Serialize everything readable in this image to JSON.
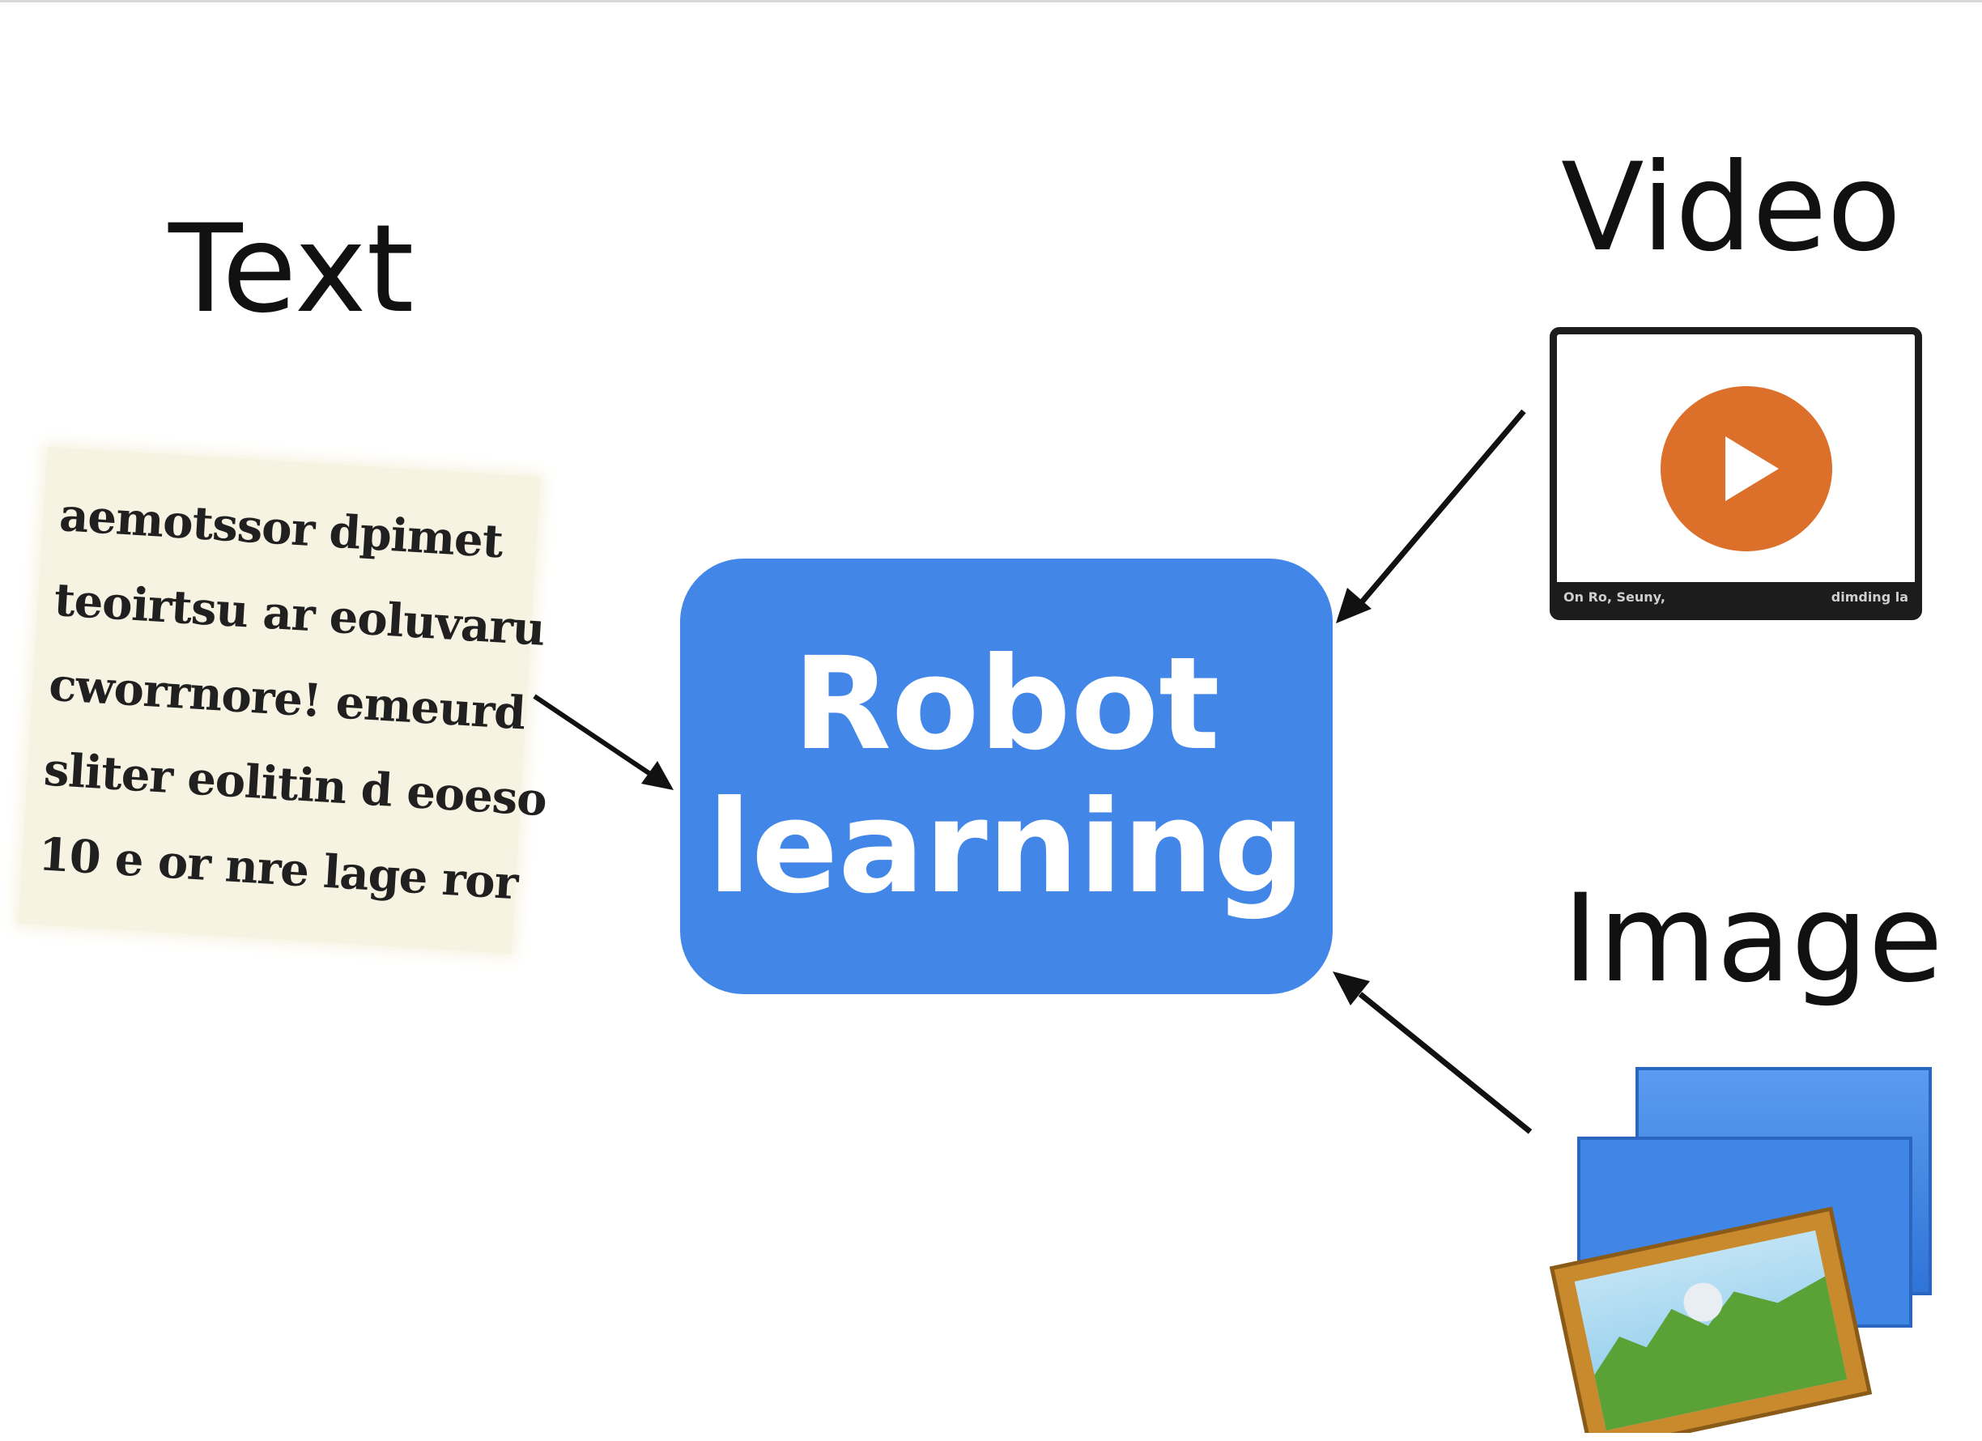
{
  "labels": {
    "text": "Text",
    "video": "Video",
    "image": "Image"
  },
  "center": {
    "line1": "Robot",
    "line2": "learning"
  },
  "document_lines": [
    "aemotssor dpimet",
    "teoirtsu ar eoluvaru",
    "cworrnore! emeurd",
    "sliter eolitin d eoeso",
    "10 e or nre lage ror"
  ],
  "video_player": {
    "caption_left": "On Ro, Seuny,",
    "caption_right": "dimding la"
  },
  "colors": {
    "center_box": "#4287e8",
    "play_button": "#dc6f2a",
    "paper": "#f7f3e2",
    "picture_frame": "#c98a2e",
    "folder": "#3f86e6"
  },
  "icons": [
    "document-icon",
    "video-player-icon",
    "play-icon",
    "image-gallery-icon"
  ]
}
